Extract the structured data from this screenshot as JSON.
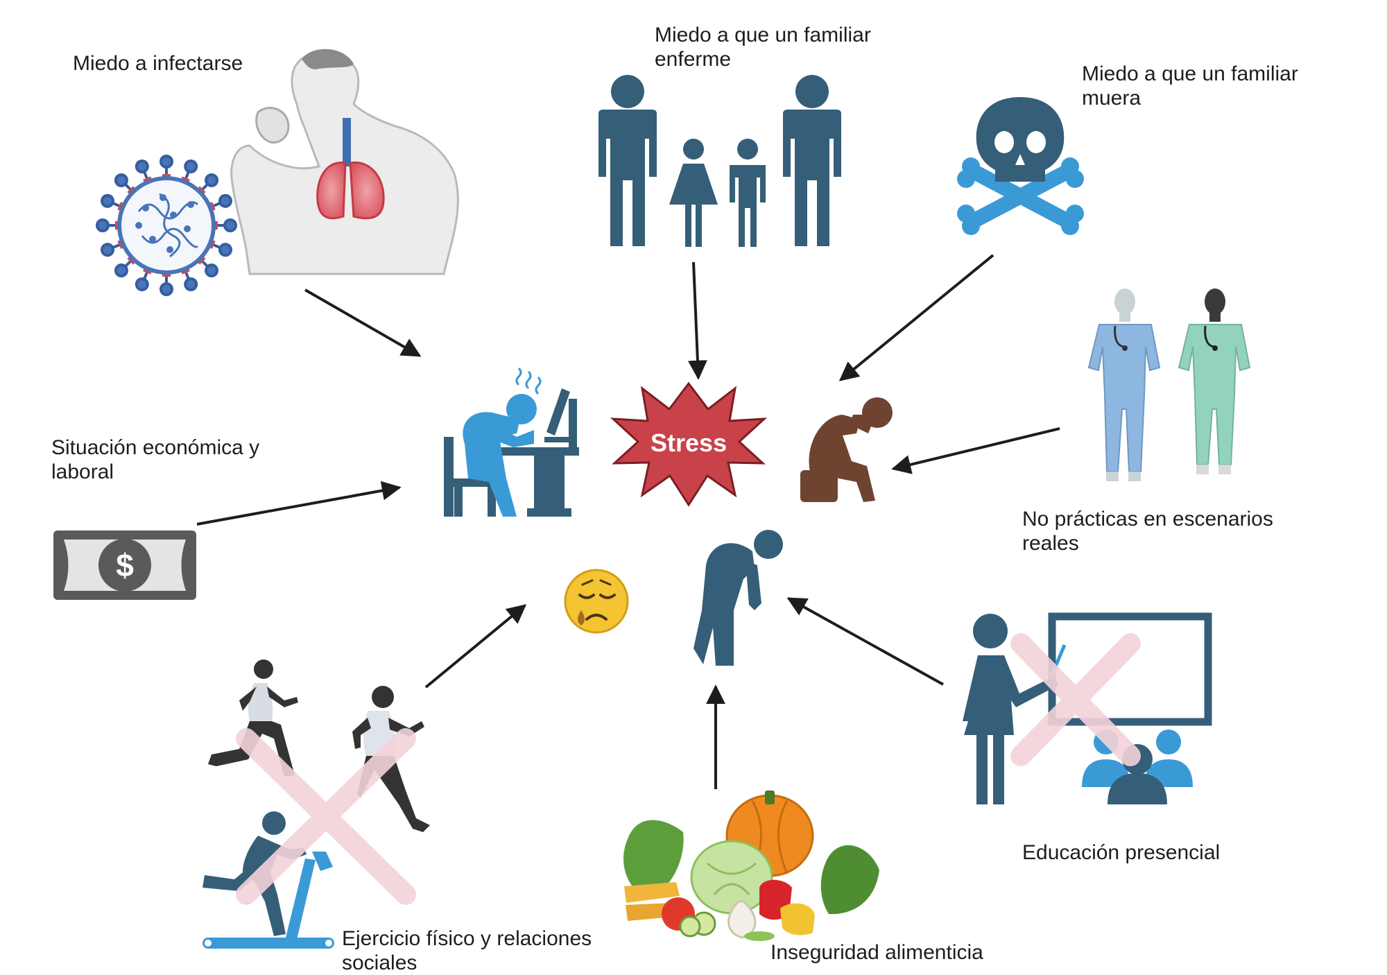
{
  "center": {
    "label": "Stress"
  },
  "factors": {
    "infection": {
      "line1": "Miedo a infectarse"
    },
    "family_sick": {
      "line1": "Miedo a que un familiar",
      "line2": "enferme"
    },
    "family_death": {
      "line1": "Miedo a que un familiar",
      "line2": "muera"
    },
    "economic": {
      "line1": "Situación económica y",
      "line2": "laboral"
    },
    "practice": {
      "line1": "No prácticas en escenarios",
      "line2": "reales"
    },
    "exercise": {
      "line1": "Ejercicio físico y relaciones",
      "line2": "sociales"
    },
    "food": {
      "line1": "Inseguridad alimenticia"
    },
    "education": {
      "line1": "Educación presencial"
    }
  },
  "colors": {
    "primary": "#355e78",
    "light_blue": "#3a9ad6",
    "star_red": "#c9424a",
    "brown": "#6e4430",
    "cross_pink": "#f3d3d9",
    "emoji_yellow": "#f5c432"
  },
  "icons": [
    "virus-icon",
    "coughing-man-icon",
    "family-icon",
    "skull-crossbones-icon",
    "stressed-worker-icon",
    "stress-burst-icon",
    "sad-sitting-person-icon",
    "nurses-icon",
    "money-bill-icon",
    "sad-emoji-icon",
    "exhausted-person-icon",
    "runners-icon",
    "treadmill-icon",
    "vegetables-icon",
    "teacher-board-icon",
    "cross-mark-icon"
  ]
}
